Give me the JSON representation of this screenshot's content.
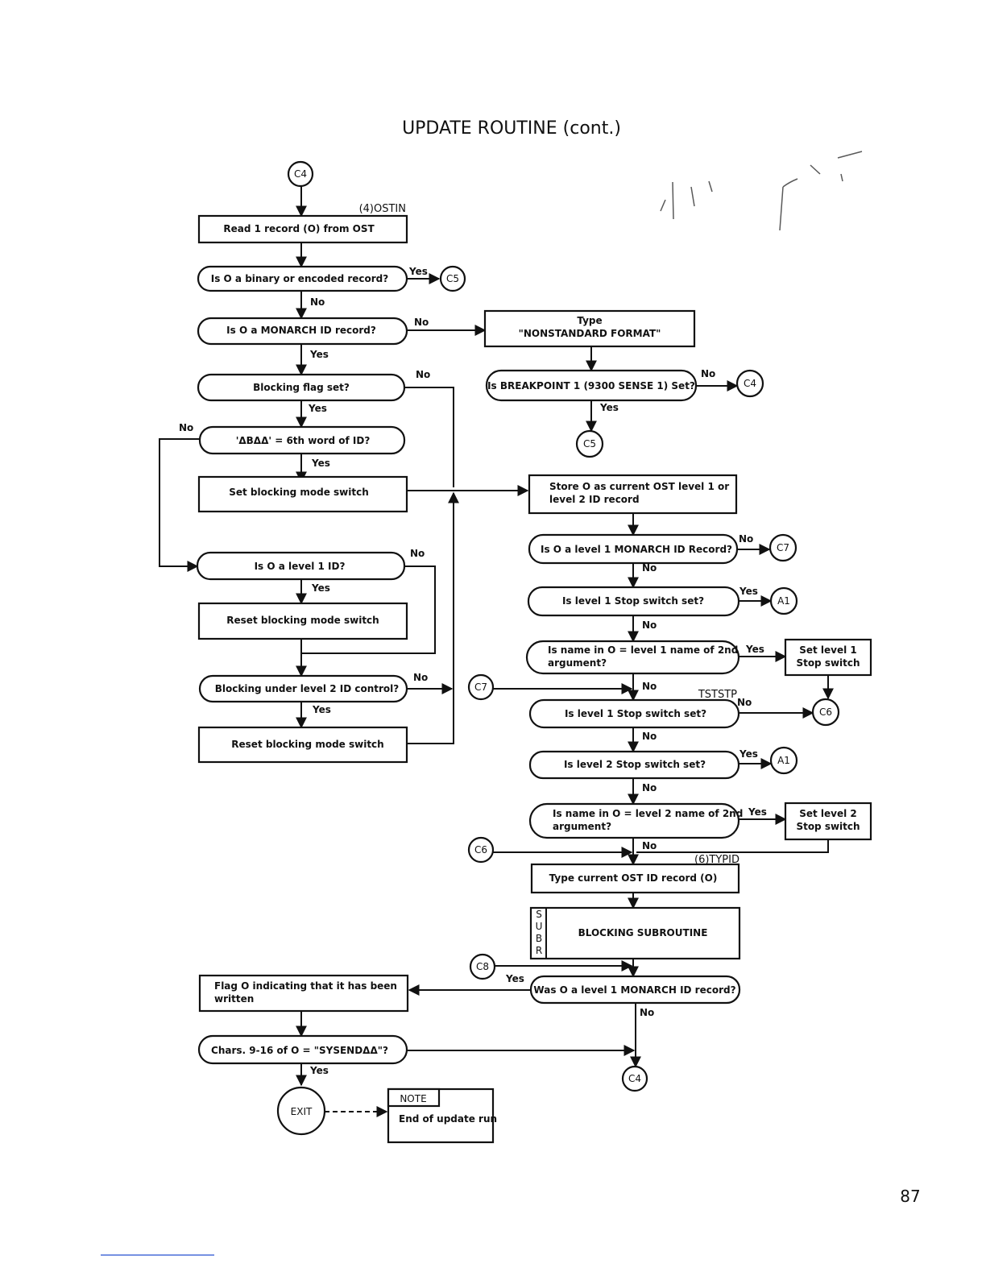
{
  "title": "UPDATE ROUTINE (cont.)",
  "page_number": "87",
  "nodes": {
    "read_record": {
      "tag": "(4)OSTIN",
      "lines": [
        "Read 1 record (O) from OST"
      ]
    },
    "binary_q": {
      "lines": [
        "Is O a binary or encoded record?"
      ]
    },
    "monarch_q": {
      "lines": [
        "Is O a MONARCH ID record?"
      ]
    },
    "type_nonstd": {
      "lines": [
        "Type",
        "\"NONSTANDARD FORMAT\""
      ]
    },
    "breakpoint_q": {
      "lines": [
        "Is BREAKPOINT 1 (9300 SENSE 1) Set?"
      ]
    },
    "blocking_flag_q": {
      "lines": [
        "Blocking flag set?"
      ]
    },
    "sixth_word_q": {
      "lines": [
        "'ΔBΔΔ' = 6th word of ID?"
      ]
    },
    "set_blocking": {
      "lines": [
        "Set blocking mode switch"
      ]
    },
    "store_o": {
      "lines": [
        "Store O as current OST level 1 or",
        "level 2 ID record"
      ]
    },
    "level1_id_q": {
      "lines": [
        "Is O a level 1 ID?"
      ]
    },
    "level1_monarch_q": {
      "lines": [
        "Is O a level 1 MONARCH ID Record?"
      ]
    },
    "reset_blocking_1": {
      "lines": [
        "Reset blocking mode switch"
      ]
    },
    "level1_stop_q1": {
      "lines": [
        "Is level 1 Stop switch set?"
      ]
    },
    "name_level1_q": {
      "lines": [
        "Is name in O = level 1 name of 2nd",
        "argument?"
      ]
    },
    "set_level1_stop": {
      "lines": [
        "Set level 1",
        "Stop switch"
      ]
    },
    "blocking_level2_q": {
      "lines": [
        "Blocking under level 2 ID control?"
      ]
    },
    "level1_stop_q2": {
      "tag": "TSTSTP",
      "lines": [
        "Is level 1 Stop switch set?"
      ]
    },
    "reset_blocking_2": {
      "lines": [
        "Reset blocking mode switch"
      ]
    },
    "level2_stop_q": {
      "lines": [
        "Is level 2 Stop switch set?"
      ]
    },
    "name_level2_q": {
      "lines": [
        "Is name in O = level 2 name of 2nd",
        "argument?"
      ]
    },
    "set_level2_stop": {
      "lines": [
        "Set level 2",
        "Stop switch"
      ]
    },
    "type_current": {
      "tag": "(6)TYPID",
      "lines": [
        "Type current OST ID record (O)"
      ]
    },
    "blocking_sub": {
      "side_letters": [
        "S",
        "U",
        "B",
        "R"
      ],
      "lines": [
        "BLOCKING SUBROUTINE"
      ]
    },
    "was_level1_q": {
      "lines": [
        "Was O a level 1 MONARCH ID record?"
      ]
    },
    "flag_o": {
      "lines": [
        "Flag O indicating that it has been",
        "written"
      ]
    },
    "chars_q": {
      "lines": [
        "Chars. 9-16 of O = \"SYSENDΔΔ\"?"
      ]
    },
    "exit": {
      "lines": [
        "EXIT"
      ]
    },
    "note": {
      "header": "NOTE",
      "lines": [
        "End of update run"
      ]
    }
  },
  "connectors": {
    "c4_top": "C4",
    "c5_a": "C5",
    "c4_b": "C4",
    "c5_b": "C5",
    "c7_out": "C7",
    "a1_a": "A1",
    "c7_in": "C7",
    "c6_out": "C6",
    "a1_b": "A1",
    "c6_in": "C6",
    "c8_in": "C8",
    "c4_end": "C4"
  },
  "edge_labels": {
    "binary_yes": "Yes",
    "binary_no": "No",
    "monarch_no": "No",
    "monarch_yes": "Yes",
    "blockflag_no": "No",
    "blockflag_yes": "Yes",
    "bp_no": "No",
    "bp_yes": "Yes",
    "sixth_no": "No",
    "sixth_yes": "Yes",
    "l1id_no": "No",
    "l1id_yes": "Yes",
    "l1mon_no": "No",
    "l1mon_no2": "No",
    "l1stop1_yes": "Yes",
    "l1stop1_no": "No",
    "name1_yes": "Yes",
    "blk2_no": "No",
    "blk2_yes": "Yes",
    "c7_no": "No",
    "l1stop2_no": "No",
    "l1stop2_no2": "No",
    "l2stop_yes": "Yes",
    "l2stop_no": "No",
    "name2_yes": "Yes",
    "name2_no": "No",
    "was_yes": "Yes",
    "was_no": "No",
    "chars_yes": "Yes"
  }
}
